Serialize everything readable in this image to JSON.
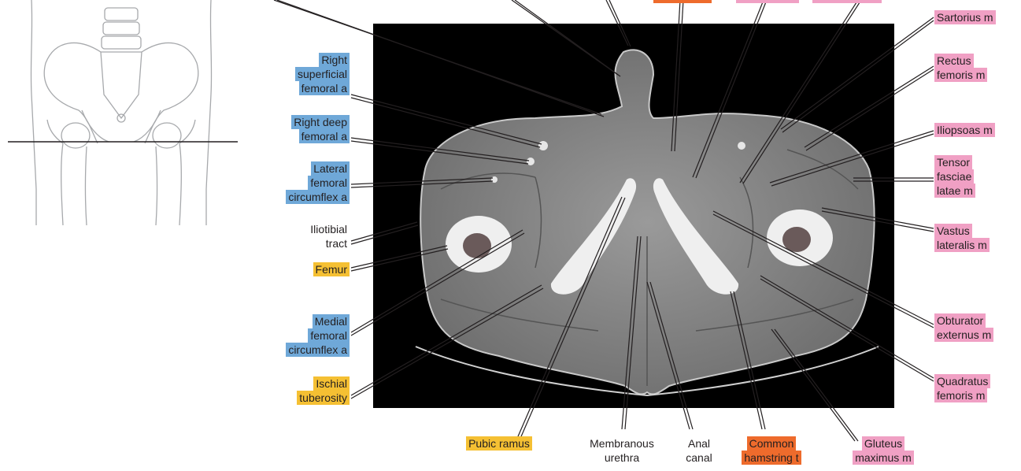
{
  "thumbnail": {
    "description_icon": "pelvis-thumbnail-icon"
  },
  "colors": {
    "artery": "#6fa8d8",
    "muscle": "#f0a0c4",
    "bone": "#f5c033",
    "tendon": "#ee6b2c"
  },
  "labels": {
    "right_superficial_femoral_a": [
      "Right",
      "superficial",
      "femoral a"
    ],
    "right_deep_femoral_a": [
      "Right deep",
      "femoral a"
    ],
    "lateral_femoral_circumflex_a": [
      "Lateral",
      "femoral",
      "circumflex a"
    ],
    "iliotibial_tract": [
      "Iliotibial",
      "tract"
    ],
    "femur": [
      "Femur"
    ],
    "medial_femoral_circumflex_a": [
      "Medial",
      "femoral",
      "circumflex a"
    ],
    "ischial_tuberosity": [
      "Ischial",
      "tuberosity"
    ],
    "pubic_ramus": [
      "Pubic ramus"
    ],
    "membranous_urethra": [
      "Membranous",
      "urethra"
    ],
    "anal_canal": [
      "Anal",
      "canal"
    ],
    "common_hamstring_t": [
      "Common",
      "hamstring t"
    ],
    "gluteus_maximus_m": [
      "Gluteus",
      "maximus m"
    ],
    "sartorius_m": [
      "Sartorius m"
    ],
    "rectus_femoris_m": [
      "Rectus",
      "femoris m"
    ],
    "iliopsoas_m": [
      "Iliopsoas m"
    ],
    "tensor_fasciae_latae_m": [
      "Tensor",
      "fasciae",
      "latae m"
    ],
    "vastus_lateralis_m": [
      "Vastus",
      "lateralis m"
    ],
    "obturator_externus_m": [
      "Obturator",
      "externus m"
    ],
    "quadratus_femoris_m": [
      "Quadratus",
      "femoris m"
    ]
  }
}
